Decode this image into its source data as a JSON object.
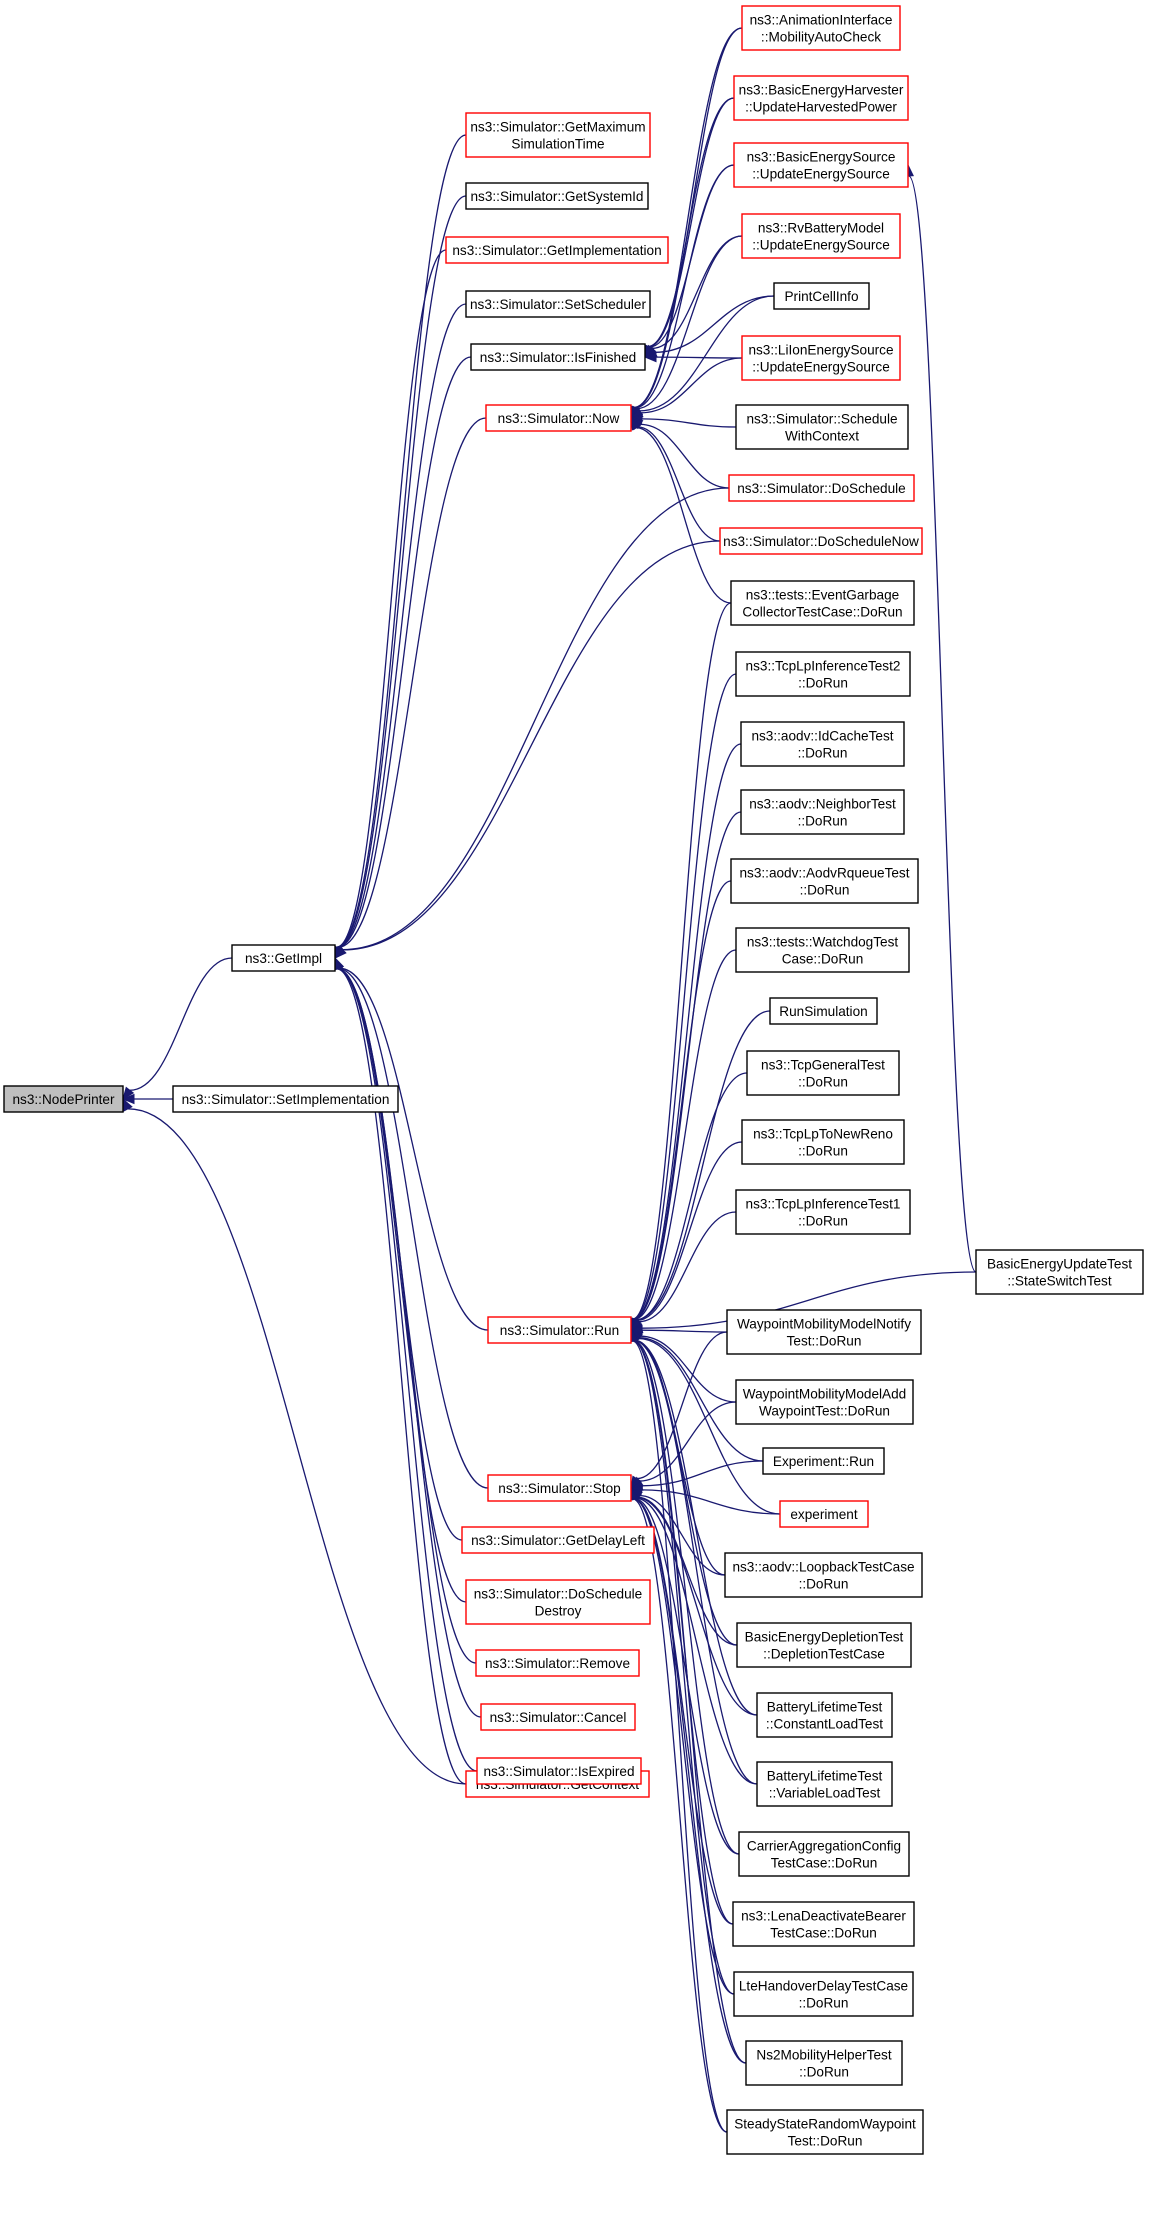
{
  "graph": {
    "title": "",
    "colors": {
      "edge": "#191970",
      "black_border": "#000000",
      "red_border": "#ff0000",
      "root_fill": "#bfbfbf"
    },
    "nodes": [
      {
        "id": "NodePrinter",
        "lines": [
          "ns3::NodePrinter"
        ],
        "style": "root"
      },
      {
        "id": "GetImpl",
        "lines": [
          "ns3::GetImpl"
        ],
        "style": "black"
      },
      {
        "id": "SetImplementation",
        "lines": [
          "ns3::Simulator::SetImplementation"
        ],
        "style": "black"
      },
      {
        "id": "GetContext",
        "lines": [
          "ns3::Simulator::GetContext"
        ],
        "style": "red"
      },
      {
        "id": "GetMaximumSimulationTime",
        "lines": [
          "ns3::Simulator::GetMaximum",
          "SimulationTime"
        ],
        "style": "red"
      },
      {
        "id": "GetSystemId",
        "lines": [
          "ns3::Simulator::GetSystemId"
        ],
        "style": "black"
      },
      {
        "id": "GetImplementation",
        "lines": [
          "ns3::Simulator::GetImplementation"
        ],
        "style": "red"
      },
      {
        "id": "SetScheduler",
        "lines": [
          "ns3::Simulator::SetScheduler"
        ],
        "style": "black"
      },
      {
        "id": "IsFinished",
        "lines": [
          "ns3::Simulator::IsFinished"
        ],
        "style": "black"
      },
      {
        "id": "Now",
        "lines": [
          "ns3::Simulator::Now"
        ],
        "style": "red"
      },
      {
        "id": "Run",
        "lines": [
          "ns3::Simulator::Run"
        ],
        "style": "red"
      },
      {
        "id": "Stop",
        "lines": [
          "ns3::Simulator::Stop"
        ],
        "style": "red"
      },
      {
        "id": "GetDelayLeft",
        "lines": [
          "ns3::Simulator::GetDelayLeft"
        ],
        "style": "red"
      },
      {
        "id": "DoScheduleDestroy",
        "lines": [
          "ns3::Simulator::DoSchedule",
          "Destroy"
        ],
        "style": "red"
      },
      {
        "id": "Remove",
        "lines": [
          "ns3::Simulator::Remove"
        ],
        "style": "red"
      },
      {
        "id": "Cancel",
        "lines": [
          "ns3::Simulator::Cancel"
        ],
        "style": "red"
      },
      {
        "id": "IsExpired",
        "lines": [
          "ns3::Simulator::IsExpired"
        ],
        "style": "red"
      },
      {
        "id": "MobilityAutoCheck",
        "lines": [
          "ns3::AnimationInterface",
          "::MobilityAutoCheck"
        ],
        "style": "red"
      },
      {
        "id": "UpdateHarvestedPower",
        "lines": [
          "ns3::BasicEnergyHarvester",
          "::UpdateHarvestedPower"
        ],
        "style": "red"
      },
      {
        "id": "BasicUpdateEnergySource",
        "lines": [
          "ns3::BasicEnergySource",
          "::UpdateEnergySource"
        ],
        "style": "red"
      },
      {
        "id": "RvUpdateEnergySource",
        "lines": [
          "ns3::RvBatteryModel",
          "::UpdateEnergySource"
        ],
        "style": "red"
      },
      {
        "id": "PrintCellInfo",
        "lines": [
          "PrintCellInfo"
        ],
        "style": "black"
      },
      {
        "id": "LiIonUpdateEnergySource",
        "lines": [
          "ns3::LiIonEnergySource",
          "::UpdateEnergySource"
        ],
        "style": "red"
      },
      {
        "id": "ScheduleWithContext",
        "lines": [
          "ns3::Simulator::Schedule",
          "WithContext"
        ],
        "style": "black"
      },
      {
        "id": "DoSchedule",
        "lines": [
          "ns3::Simulator::DoSchedule"
        ],
        "style": "red"
      },
      {
        "id": "DoScheduleNow",
        "lines": [
          "ns3::Simulator::DoScheduleNow"
        ],
        "style": "red"
      },
      {
        "id": "EventGarbage",
        "lines": [
          "ns3::tests::EventGarbage",
          "CollectorTestCase::DoRun"
        ],
        "style": "black"
      },
      {
        "id": "TcpLpInference2",
        "lines": [
          "ns3::TcpLpInferenceTest2",
          "::DoRun"
        ],
        "style": "black"
      },
      {
        "id": "IdCacheTest",
        "lines": [
          "ns3::aodv::IdCacheTest",
          "::DoRun"
        ],
        "style": "black"
      },
      {
        "id": "NeighborTest",
        "lines": [
          "ns3::aodv::NeighborTest",
          "::DoRun"
        ],
        "style": "black"
      },
      {
        "id": "AodvRqueueTest",
        "lines": [
          "ns3::aodv::AodvRqueueTest",
          "::DoRun"
        ],
        "style": "black"
      },
      {
        "id": "WatchdogTest",
        "lines": [
          "ns3::tests::WatchdogTest",
          "Case::DoRun"
        ],
        "style": "black"
      },
      {
        "id": "RunSimulation",
        "lines": [
          "RunSimulation"
        ],
        "style": "black"
      },
      {
        "id": "TcpGeneralTest",
        "lines": [
          "ns3::TcpGeneralTest",
          "::DoRun"
        ],
        "style": "black"
      },
      {
        "id": "TcpLpToNewReno",
        "lines": [
          "ns3::TcpLpToNewReno",
          "::DoRun"
        ],
        "style": "black"
      },
      {
        "id": "TcpLpInference1",
        "lines": [
          "ns3::TcpLpInferenceTest1",
          "::DoRun"
        ],
        "style": "black"
      },
      {
        "id": "StateSwitchTest",
        "lines": [
          "BasicEnergyUpdateTest",
          "::StateSwitchTest"
        ],
        "style": "black"
      },
      {
        "id": "WaypointNotify",
        "lines": [
          "WaypointMobilityModelNotify",
          "Test::DoRun"
        ],
        "style": "black"
      },
      {
        "id": "WaypointAdd",
        "lines": [
          "WaypointMobilityModelAdd",
          "WaypointTest::DoRun"
        ],
        "style": "black"
      },
      {
        "id": "ExperimentRun",
        "lines": [
          "Experiment::Run"
        ],
        "style": "black"
      },
      {
        "id": "experiment",
        "lines": [
          "experiment"
        ],
        "style": "red"
      },
      {
        "id": "LoopbackTestCase",
        "lines": [
          "ns3::aodv::LoopbackTestCase",
          "::DoRun"
        ],
        "style": "black"
      },
      {
        "id": "DepletionTestCase",
        "lines": [
          "BasicEnergyDepletionTest",
          "::DepletionTestCase"
        ],
        "style": "black"
      },
      {
        "id": "ConstantLoadTest",
        "lines": [
          "BatteryLifetimeTest",
          "::ConstantLoadTest"
        ],
        "style": "black"
      },
      {
        "id": "VariableLoadTest",
        "lines": [
          "BatteryLifetimeTest",
          "::VariableLoadTest"
        ],
        "style": "black"
      },
      {
        "id": "CarrierAggregation",
        "lines": [
          "CarrierAggregationConfig",
          "TestCase::DoRun"
        ],
        "style": "black"
      },
      {
        "id": "LenaDeactivate",
        "lines": [
          "ns3::LenaDeactivateBearer",
          "TestCase::DoRun"
        ],
        "style": "black"
      },
      {
        "id": "LteHandoverDelay",
        "lines": [
          "LteHandoverDelayTestCase",
          "::DoRun"
        ],
        "style": "black"
      },
      {
        "id": "Ns2Mobility",
        "lines": [
          "Ns2MobilityHelperTest",
          "::DoRun"
        ],
        "style": "black"
      },
      {
        "id": "SteadyStateWaypoint",
        "lines": [
          "SteadyStateRandomWaypoint",
          "Test::DoRun"
        ],
        "style": "black"
      }
    ],
    "edges": [
      [
        "NodePrinter",
        "GetImpl"
      ],
      [
        "NodePrinter",
        "SetImplementation"
      ],
      [
        "NodePrinter",
        "GetContext"
      ],
      [
        "GetImpl",
        "GetMaximumSimulationTime"
      ],
      [
        "GetImpl",
        "GetSystemId"
      ],
      [
        "GetImpl",
        "GetImplementation"
      ],
      [
        "GetImpl",
        "SetScheduler"
      ],
      [
        "GetImpl",
        "IsFinished"
      ],
      [
        "GetImpl",
        "Now"
      ],
      [
        "GetImpl",
        "DoSchedule"
      ],
      [
        "GetImpl",
        "DoScheduleNow"
      ],
      [
        "GetImpl",
        "Run"
      ],
      [
        "GetImpl",
        "Stop"
      ],
      [
        "GetImpl",
        "GetDelayLeft"
      ],
      [
        "GetImpl",
        "DoScheduleDestroy"
      ],
      [
        "GetImpl",
        "Remove"
      ],
      [
        "GetImpl",
        "Cancel"
      ],
      [
        "GetImpl",
        "IsExpired"
      ],
      [
        "GetImpl",
        "GetContext"
      ],
      [
        "IsFinished",
        "MobilityAutoCheck"
      ],
      [
        "IsFinished",
        "UpdateHarvestedPower"
      ],
      [
        "IsFinished",
        "BasicUpdateEnergySource"
      ],
      [
        "IsFinished",
        "RvUpdateEnergySource"
      ],
      [
        "IsFinished",
        "PrintCellInfo"
      ],
      [
        "IsFinished",
        "LiIonUpdateEnergySource"
      ],
      [
        "Now",
        "MobilityAutoCheck"
      ],
      [
        "Now",
        "UpdateHarvestedPower"
      ],
      [
        "Now",
        "BasicUpdateEnergySource"
      ],
      [
        "Now",
        "RvUpdateEnergySource"
      ],
      [
        "Now",
        "PrintCellInfo"
      ],
      [
        "Now",
        "LiIonUpdateEnergySource"
      ],
      [
        "Now",
        "ScheduleWithContext"
      ],
      [
        "Now",
        "DoSchedule"
      ],
      [
        "Now",
        "DoScheduleNow"
      ],
      [
        "Now",
        "EventGarbage"
      ],
      [
        "BasicUpdateEnergySource",
        "StateSwitchTest"
      ],
      [
        "Run",
        "EventGarbage"
      ],
      [
        "Run",
        "TcpLpInference2"
      ],
      [
        "Run",
        "IdCacheTest"
      ],
      [
        "Run",
        "NeighborTest"
      ],
      [
        "Run",
        "AodvRqueueTest"
      ],
      [
        "Run",
        "WatchdogTest"
      ],
      [
        "Run",
        "RunSimulation"
      ],
      [
        "Run",
        "TcpGeneralTest"
      ],
      [
        "Run",
        "TcpLpToNewReno"
      ],
      [
        "Run",
        "TcpLpInference1"
      ],
      [
        "Run",
        "StateSwitchTest"
      ],
      [
        "Run",
        "WaypointNotify"
      ],
      [
        "Run",
        "WaypointAdd"
      ],
      [
        "Run",
        "ExperimentRun"
      ],
      [
        "Run",
        "experiment"
      ],
      [
        "Run",
        "LoopbackTestCase"
      ],
      [
        "Run",
        "DepletionTestCase"
      ],
      [
        "Run",
        "ConstantLoadTest"
      ],
      [
        "Run",
        "VariableLoadTest"
      ],
      [
        "Run",
        "CarrierAggregation"
      ],
      [
        "Run",
        "LenaDeactivate"
      ],
      [
        "Run",
        "LteHandoverDelay"
      ],
      [
        "Run",
        "Ns2Mobility"
      ],
      [
        "Run",
        "SteadyStateWaypoint"
      ],
      [
        "Stop",
        "WaypointNotify"
      ],
      [
        "Stop",
        "WaypointAdd"
      ],
      [
        "Stop",
        "ExperimentRun"
      ],
      [
        "Stop",
        "experiment"
      ],
      [
        "Stop",
        "LoopbackTestCase"
      ],
      [
        "Stop",
        "DepletionTestCase"
      ],
      [
        "Stop",
        "ConstantLoadTest"
      ],
      [
        "Stop",
        "VariableLoadTest"
      ],
      [
        "Stop",
        "CarrierAggregation"
      ],
      [
        "Stop",
        "LenaDeactivate"
      ],
      [
        "Stop",
        "LteHandoverDelay"
      ],
      [
        "Stop",
        "Ns2Mobility"
      ],
      [
        "Stop",
        "SteadyStateWaypoint"
      ]
    ]
  }
}
